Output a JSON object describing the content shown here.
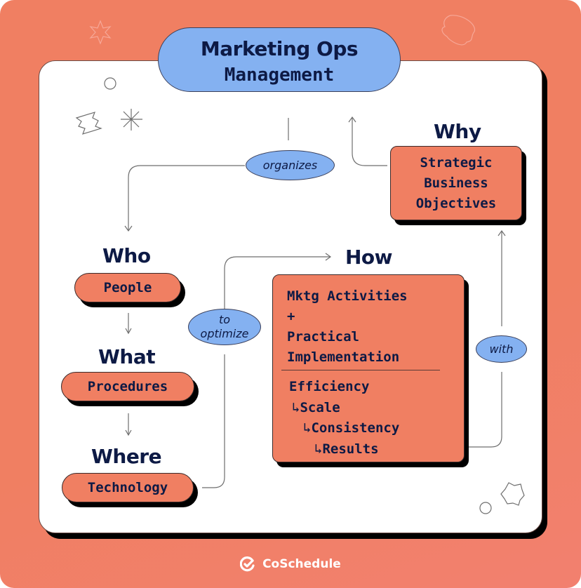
{
  "title": {
    "line1": "Marketing Ops",
    "line2": "Management"
  },
  "headings": {
    "why": "Why",
    "who": "Who",
    "what": "What",
    "where": "Where",
    "how": "How"
  },
  "nodes": {
    "why_box": [
      "Strategic",
      "Business",
      "Objectives"
    ],
    "people": "People",
    "procedures": "Procedures",
    "technology": "Technology",
    "how_box": {
      "top": [
        "Mktg Activities",
        "+",
        "Practical",
        "Implementation"
      ],
      "chain": [
        "Efficiency",
        "Scale",
        "Consistency",
        "Results"
      ],
      "chain_arrow": "↳"
    }
  },
  "connectors": {
    "organizes": "organizes",
    "to_optimize_1": "to",
    "to_optimize_2": "optimize",
    "with": "with"
  },
  "brand": {
    "name": "CoSchedule"
  },
  "colors": {
    "background": "#f07f62",
    "card": "#ffffff",
    "accent_blue": "#84b1f1",
    "text_navy": "#0d1a45",
    "node_fill": "#f07f62"
  }
}
